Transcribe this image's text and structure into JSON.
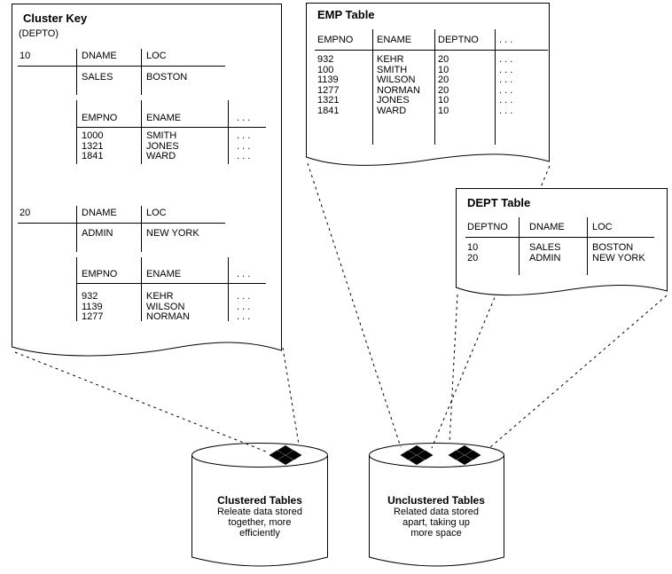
{
  "diagram": {
    "cluster_key_box": {
      "title": "Cluster Key",
      "subtitle": "(DEPTO)",
      "sections": [
        {
          "key": "10",
          "dept_header": [
            "DNAME",
            "LOC"
          ],
          "dept_row": [
            "SALES",
            "BOSTON"
          ],
          "emp_header": [
            "EMPNO",
            "ENAME",
            ". . ."
          ],
          "emp_rows": [
            [
              "1000",
              "SMITH",
              ". . ."
            ],
            [
              "1321",
              "JONES",
              ". . ."
            ],
            [
              "1841",
              "WARD",
              ". . ."
            ]
          ]
        },
        {
          "key": "20",
          "dept_header": [
            "DNAME",
            "LOC"
          ],
          "dept_row": [
            "ADMIN",
            "NEW YORK"
          ],
          "emp_header": [
            "EMPNO",
            "ENAME",
            ". . ."
          ],
          "emp_rows": [
            [
              "932",
              "KEHR",
              ". . ."
            ],
            [
              "1139",
              "WILSON",
              ". . ."
            ],
            [
              "1277",
              "NORMAN",
              ". . ."
            ]
          ]
        }
      ]
    },
    "emp_table": {
      "title": "EMP Table",
      "headers": [
        "EMPNO",
        "ENAME",
        "DEPTNO",
        ". . ."
      ],
      "rows": [
        [
          "932",
          "KEHR",
          "20",
          ". . ."
        ],
        [
          "100",
          "SMITH",
          "10",
          ". . ."
        ],
        [
          "1139",
          "WILSON",
          "20",
          ". . ."
        ],
        [
          "1277",
          "NORMAN",
          "20",
          ". . ."
        ],
        [
          "1321",
          "JONES",
          "10",
          ". . ."
        ],
        [
          "1841",
          "WARD",
          "10",
          ". . ."
        ]
      ]
    },
    "dept_table": {
      "title": "DEPT Table",
      "headers": [
        "DEPTNO",
        "DNAME",
        "LOC"
      ],
      "rows": [
        [
          "10",
          "SALES",
          "BOSTON"
        ],
        [
          "20",
          "ADMIN",
          "NEW YORK"
        ]
      ]
    },
    "clustered_cylinder": {
      "title": "Clustered Tables",
      "desc_lines": [
        "Releate data stored",
        "together, more",
        "efficiently"
      ]
    },
    "unclustered_cylinder": {
      "title": "Unclustered Tables",
      "desc_lines": [
        "Related data stored",
        "apart, taking up",
        "more space"
      ]
    },
    "colors": {
      "ink": "#000000",
      "paper": "#ffffff"
    }
  }
}
